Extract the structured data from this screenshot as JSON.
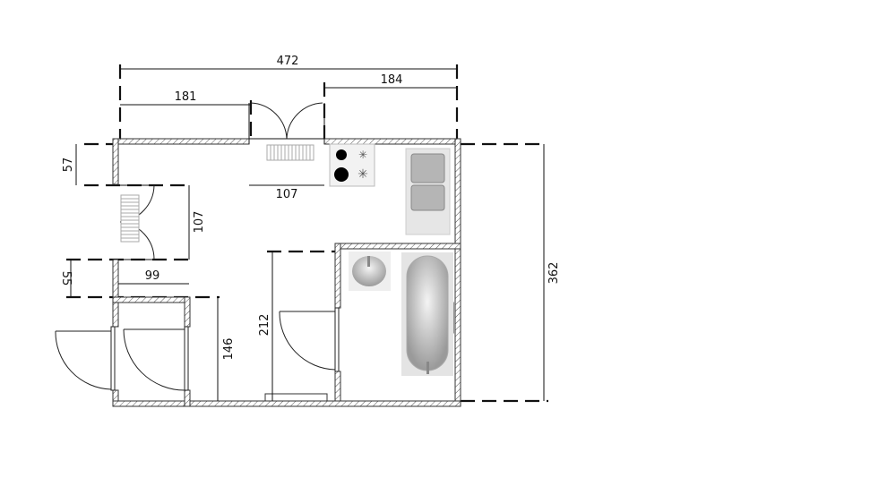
{
  "plan": {
    "dimensions": {
      "total_width": "472",
      "right_segment": "184",
      "left_segment": "181",
      "top_door_width": "107",
      "left_top_offset": "57",
      "left_door_width": "107",
      "left_gap": "55",
      "wc_width": "99",
      "wc_depth": "146",
      "hall_depth": "212",
      "total_depth": "362"
    },
    "fixtures": [
      "radiator",
      "stove",
      "kitchen-sink",
      "bathroom-sink",
      "bathtub"
    ],
    "colors": {
      "lines": "#111111",
      "fixture_fill": "#c8c8c8",
      "background": "#ffffff"
    }
  }
}
